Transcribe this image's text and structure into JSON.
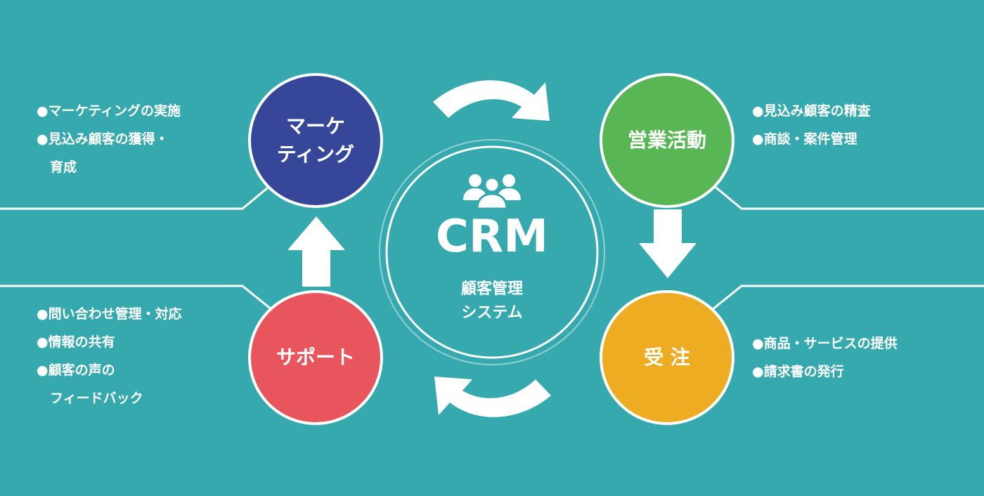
{
  "colors": {
    "background": "#36a9ae",
    "marketing": "#36479a",
    "sales": "#58b655",
    "support": "#e8555c",
    "order": "#eeac22"
  },
  "hub": {
    "icon": "people-group-icon",
    "title": "CRM",
    "subtitle": "顧客管理\nシステム"
  },
  "circles": {
    "marketing": "マーケ\nティング",
    "sales": "営業活動",
    "support": "サポート",
    "order": "受 注"
  },
  "bullets": {
    "marketing": [
      "●マーケティングの実施",
      "●見込み顧客の獲得・\n　育成"
    ],
    "sales": [
      "●見込み顧客の精査",
      "●商談・案件管理"
    ],
    "support": [
      "●問い合わせ管理・対応",
      "●情報の共有",
      "●顧客の声の\n　フィードバック"
    ],
    "order": [
      "●商品・サービスの提供",
      "●請求書の発行"
    ]
  }
}
